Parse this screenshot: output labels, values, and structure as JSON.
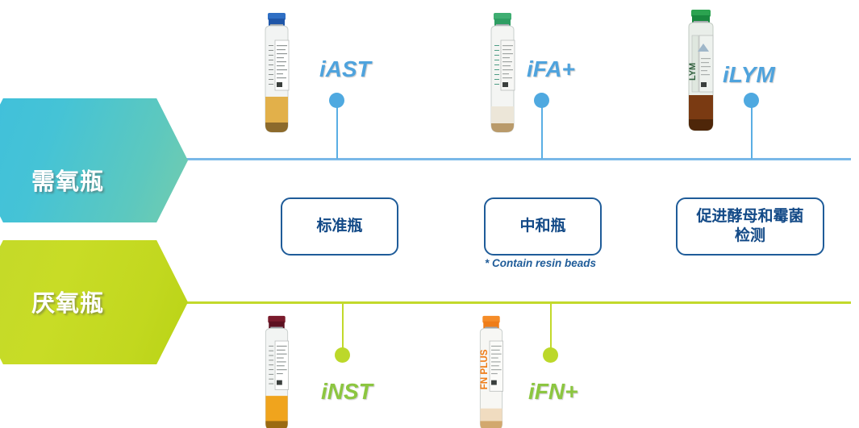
{
  "categories": [
    {
      "id": "aerobic",
      "label": "需氧瓶",
      "accent": "#45c3d6",
      "line_color": "#79b8e8"
    },
    {
      "id": "anaerobic",
      "label": "厌氧瓶",
      "accent": "#c2d92b",
      "line_color": "#c2d92b"
    }
  ],
  "aerobic_products": [
    {
      "code": "iAST",
      "cap_color": "#1f63b5",
      "liquid_color": "#e2b04a"
    },
    {
      "code": "iFA+",
      "cap_color": "#2f9e63",
      "liquid_color": "#e8e2d2"
    },
    {
      "code": "iLYM",
      "cap_color": "#19883f",
      "liquid_color": "#7a3a12"
    }
  ],
  "anaerobic_products": [
    {
      "code": "iNST",
      "cap_color": "#5c1020",
      "liquid_color": "#f0a41d"
    },
    {
      "code": "iFN+",
      "cap_color": "#ef7d18",
      "liquid_color": "#f0dcc0"
    }
  ],
  "descriptors": [
    {
      "id": "standard",
      "text": "标准瓶"
    },
    {
      "id": "neutralizing",
      "text": "中和瓶"
    },
    {
      "id": "fungal",
      "text": "促进酵母和霉菌\n检测"
    }
  ],
  "footnote": "* Contain resin beads",
  "colors": {
    "box_border": "#1f5c99",
    "box_text": "#134a87",
    "blue_code": "#4fa3dd",
    "green_code": "#8cc640"
  }
}
